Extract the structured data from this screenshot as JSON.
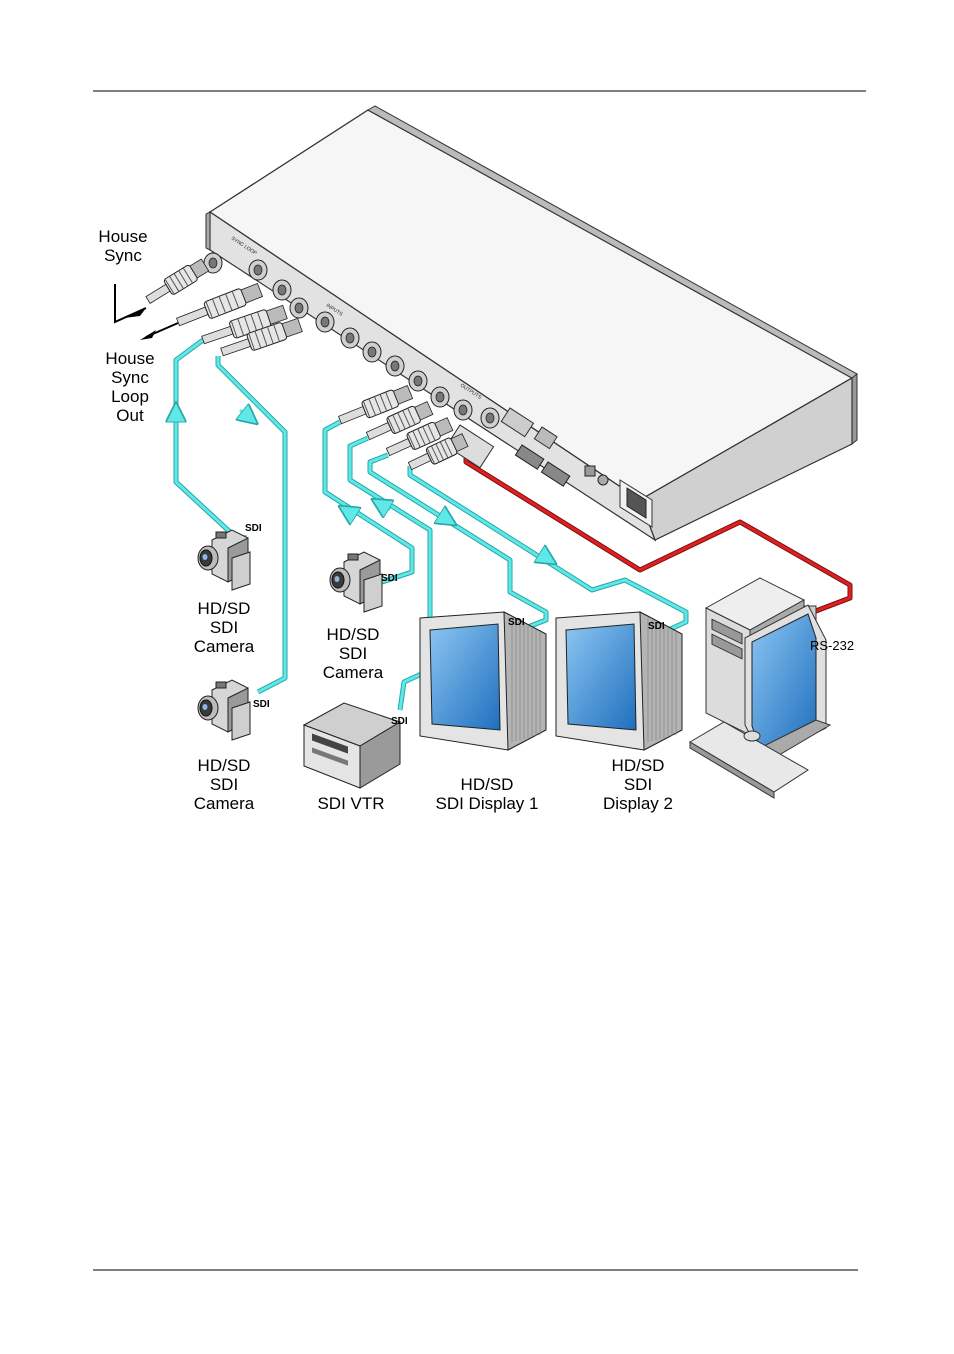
{
  "labels": {
    "house_sync": [
      "House",
      "Sync"
    ],
    "house_sync_loop_out": [
      "House",
      "Sync",
      "Loop",
      "Out"
    ],
    "camera_1": [
      "HD/SD",
      "SDI",
      "Camera"
    ],
    "camera_2": [
      "HD/SD",
      "SDI",
      "Camera"
    ],
    "camera_3": [
      "HD/SD",
      "SDI",
      "Camera"
    ],
    "vtr": [
      "SDI VTR"
    ],
    "display_1": [
      "HD/SD",
      "SDI Display 1"
    ],
    "display_2": [
      "HD/SD",
      "SDI",
      "Display 2"
    ],
    "rs232": "RS-232",
    "sdi_tag": "SDI"
  },
  "colors": {
    "sdi_cable": "#5ee8e8",
    "sdi_cable_edge": "#2aa6a6",
    "rs232_cable": "#d81e1e",
    "device_body": "#e6e6e6",
    "screen": "#3d8fd6"
  },
  "icons": [
    "camera-icon",
    "vtr-icon",
    "monitor-icon",
    "pc-icon",
    "bnc-connector-icon",
    "arrow-icon"
  ]
}
